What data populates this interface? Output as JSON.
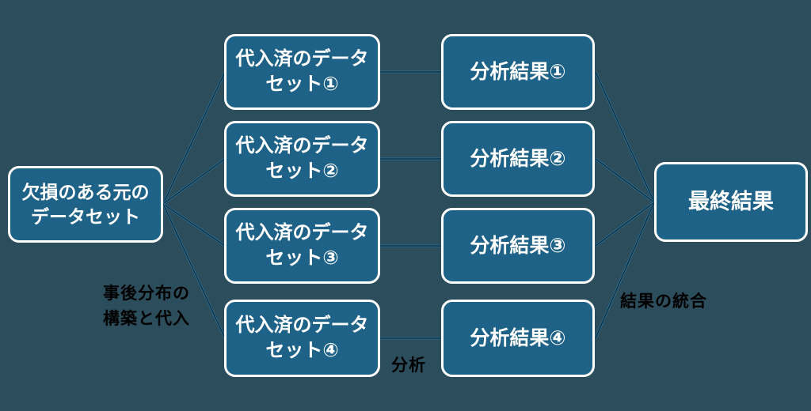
{
  "colors": {
    "background": "#2b4d5c",
    "node_fill": "#1e6287",
    "node_border": "#ffffff",
    "node_text": "#ffffff",
    "connector": "#2d6d90",
    "connector_core": "#0d2a3a",
    "edge_label_text": "#000000"
  },
  "diagram_type": "multiple-imputation-flowchart",
  "nodes": {
    "source": {
      "label": "欠損のある元の\nデータセット"
    },
    "imputed": [
      {
        "label": "代入済のデータ\nセット①"
      },
      {
        "label": "代入済のデータ\nセット②"
      },
      {
        "label": "代入済のデータ\nセット③"
      },
      {
        "label": "代入済のデータ\nセット④"
      }
    ],
    "results": [
      {
        "label": "分析結果①"
      },
      {
        "label": "分析結果②"
      },
      {
        "label": "分析結果③"
      },
      {
        "label": "分析結果④"
      }
    ],
    "final": {
      "label": "最終結果"
    }
  },
  "edge_labels": {
    "imputation": "事後分布の\n構築と代入",
    "analysis": "分析",
    "pooling": "結果の統合"
  }
}
